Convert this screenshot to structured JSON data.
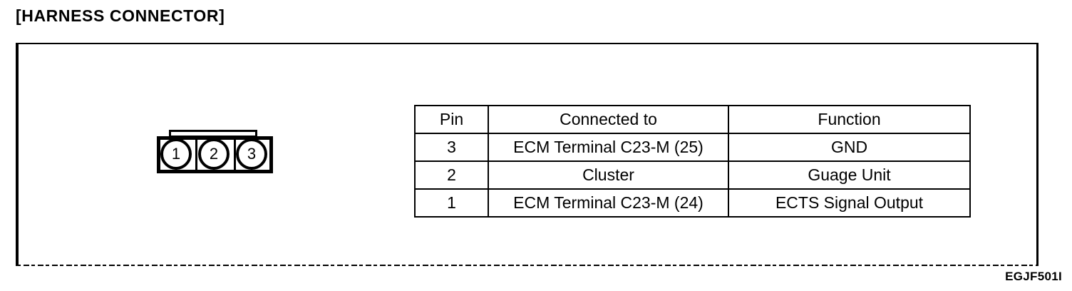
{
  "section": {
    "title": "[HARNESS CONNECTOR]"
  },
  "connector": {
    "name": "harness-connector",
    "pins": [
      {
        "label": "1"
      },
      {
        "label": "2"
      },
      {
        "label": "3"
      }
    ]
  },
  "pin_table": {
    "headers": [
      "Pin",
      "Connected to",
      "Function"
    ],
    "rows": [
      {
        "pin": "3",
        "connected_to": "ECM Terminal C23-M (25)",
        "function": "GND"
      },
      {
        "pin": "2",
        "connected_to": "Cluster",
        "function": "Guage Unit"
      },
      {
        "pin": "1",
        "connected_to": "ECM Terminal C23-M (24)",
        "function": "ECTS Signal Output"
      }
    ]
  },
  "figure": {
    "id": "EGJF501I"
  },
  "colors": {
    "ink": "#000000",
    "paper": "#ffffff"
  }
}
